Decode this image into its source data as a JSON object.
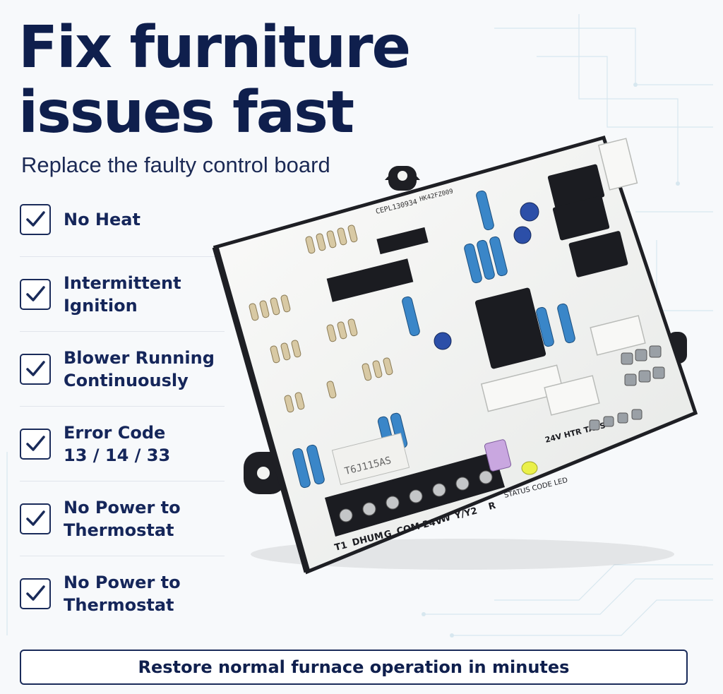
{
  "headline": "Fix furniture issues fast",
  "subhead": "Replace the faulty control board",
  "issues": [
    {
      "label": "No Heat"
    },
    {
      "label": "Intermittent\nIgnition"
    },
    {
      "label": "Blower Running\nContinuously"
    },
    {
      "label": "Error Code\n13 / 14 / 33"
    },
    {
      "label": "No Power to\nThermostat"
    },
    {
      "label": "No Power to\nThermostat"
    }
  ],
  "board": {
    "part_label": "CEPL130934",
    "part_label_2": "HK42FZ009",
    "relay_label": "T6J115AS",
    "tap_label": "24V  HTR  TAPS",
    "led_label": "STATUS CODE LED",
    "terminal_labels": [
      "T1",
      "DHUM",
      "G",
      "COM 24V",
      "W",
      "Y/Y2",
      "R"
    ]
  },
  "footer": {
    "text": "Restore normal furnace operation in minutes"
  },
  "colors": {
    "navy": "#0f1f4d",
    "board": "#f3f4f2",
    "relay": "#1b1c21",
    "resistor": "#3a86c8"
  }
}
